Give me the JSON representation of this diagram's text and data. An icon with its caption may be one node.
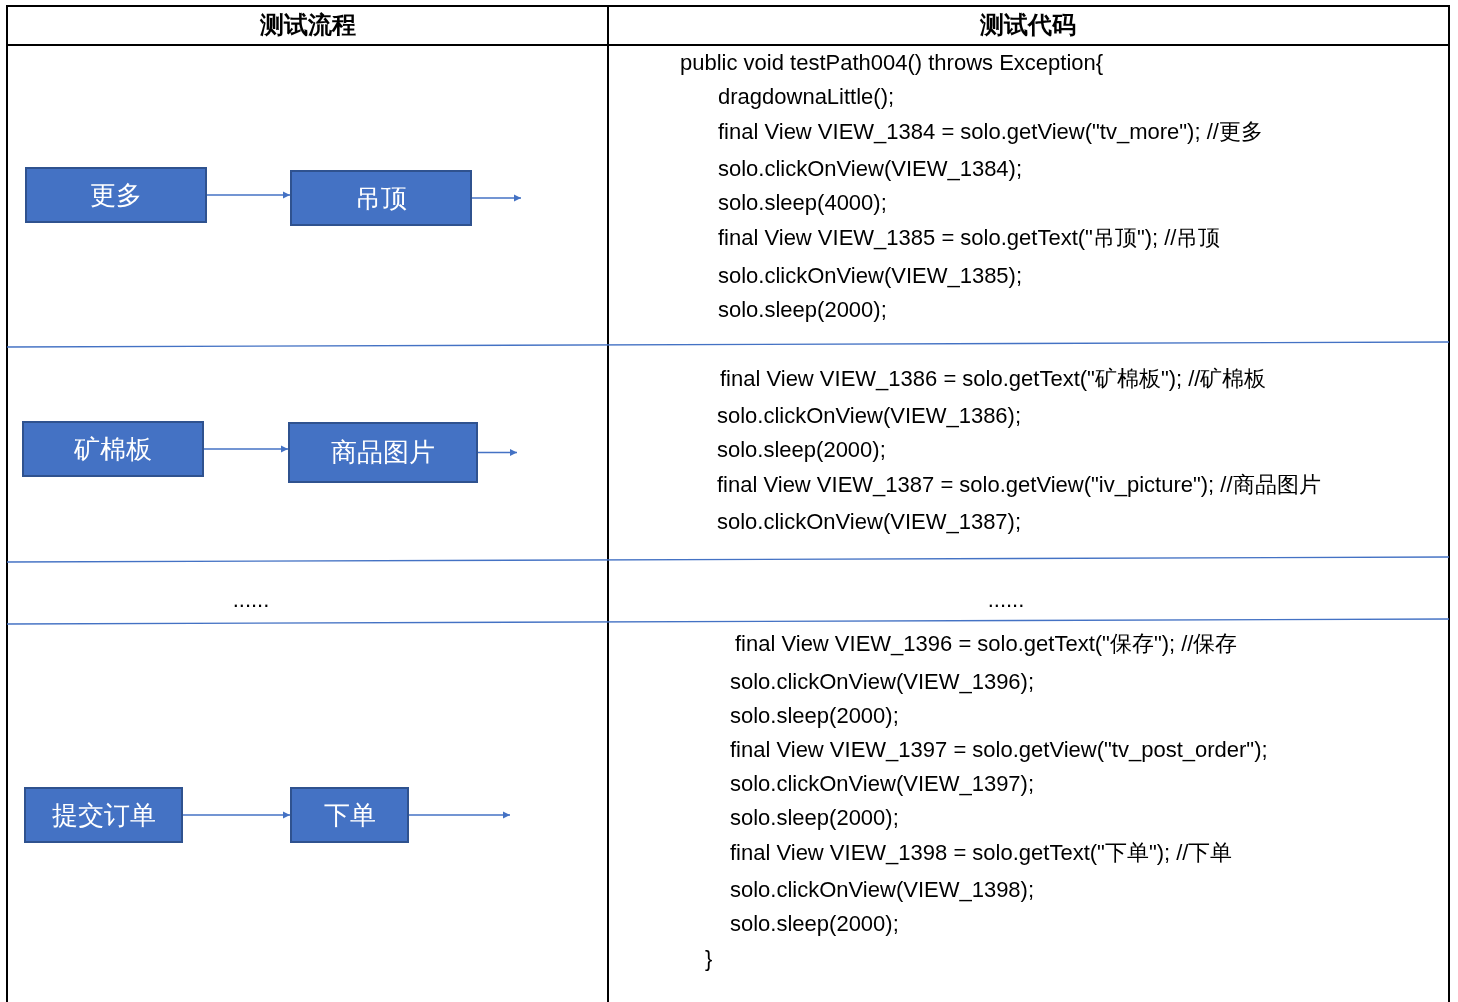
{
  "diagram": {
    "nodes": [
      {
        "text": [
          "更多"
        ]
      },
      {
        "text": [
          "吊顶"
        ]
      },
      {
        "text": [
          "矿棉板"
        ]
      },
      {
        "text": [
          "商品图片"
        ]
      },
      {
        "text": [
          "提交订单"
        ]
      },
      {
        "text": [
          "下单"
        ]
      }
    ],
    "edges": [
      {
        "from": 0,
        "to": 1,
        "arrow": "to"
      },
      {
        "from": 1,
        "to": null,
        "arrow": "to"
      },
      {
        "from": 2,
        "to": 3,
        "arrow": "to"
      },
      {
        "from": 3,
        "to": null,
        "arrow": "to"
      },
      {
        "from": 4,
        "to": 5,
        "arrow": "to"
      },
      {
        "from": 5,
        "to": null,
        "arrow": "to"
      }
    ],
    "labels": [
      "测试流程",
      "测试代码",
      "public void testPath004() throws Exception{",
      "dragdownaLittle();",
      "final View VIEW_1384 = solo.getView(\"tv_more\"); //更多",
      "solo.clickOnView(VIEW_1384);",
      "solo.sleep(4000);",
      "final View VIEW_1385 = solo.getText(\"吊顶\"); //吊顶",
      "solo.clickOnView(VIEW_1385);",
      "solo.sleep(2000);",
      "final View VIEW_1386 = solo.getText(\"矿棉板\"); //矿棉板",
      "solo.clickOnView(VIEW_1386);",
      "solo.sleep(2000);",
      "final View VIEW_1387 = solo.getView(\"iv_picture\"); //商品图片",
      "solo.clickOnView(VIEW_1387);",
      "......",
      "......",
      "final View VIEW_1396 = solo.getText(\"保存\"); //保存",
      "solo.clickOnView(VIEW_1396);",
      "solo.sleep(2000);",
      "final View VIEW_1397 = solo.getView(\"tv_post_order\");",
      "solo.clickOnView(VIEW_1397);",
      "solo.sleep(2000);",
      "final View VIEW_1398 = solo.getText(\"下单\"); //下单",
      "solo.clickOnView(VIEW_1398);",
      "solo.sleep(2000);",
      "}"
    ]
  }
}
